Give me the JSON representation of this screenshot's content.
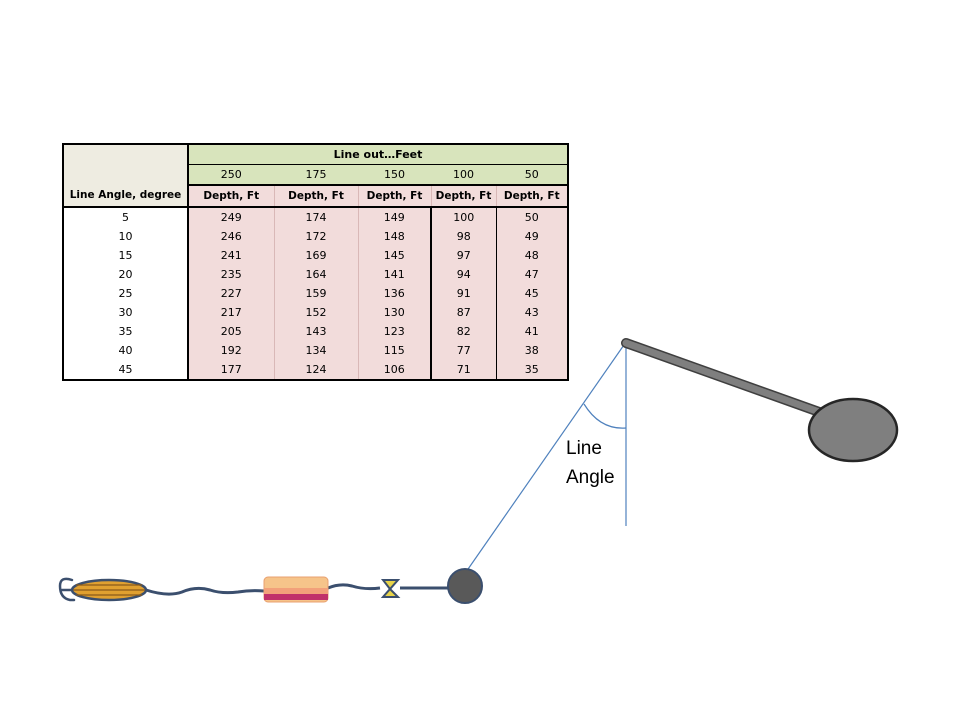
{
  "table": {
    "line_out_header": "Line out…Feet",
    "angle_header": "Line Angle, degree",
    "line_lengths": [
      "250",
      "175",
      "150",
      "100",
      "50"
    ],
    "depth_header": "Depth, Ft",
    "rows": [
      {
        "angle": "5",
        "depths": [
          "249",
          "174",
          "149",
          "100",
          "50"
        ]
      },
      {
        "angle": "10",
        "depths": [
          "246",
          "172",
          "148",
          "98",
          "49"
        ]
      },
      {
        "angle": "15",
        "depths": [
          "241",
          "169",
          "145",
          "97",
          "48"
        ]
      },
      {
        "angle": "20",
        "depths": [
          "235",
          "164",
          "141",
          "94",
          "47"
        ]
      },
      {
        "angle": "25",
        "depths": [
          "227",
          "159",
          "136",
          "91",
          "45"
        ]
      },
      {
        "angle": "30",
        "depths": [
          "217",
          "152",
          "130",
          "87",
          "43"
        ]
      },
      {
        "angle": "35",
        "depths": [
          "205",
          "143",
          "123",
          "82",
          "41"
        ]
      },
      {
        "angle": "40",
        "depths": [
          "192",
          "134",
          "115",
          "77",
          "38"
        ]
      },
      {
        "angle": "45",
        "depths": [
          "177",
          "124",
          "106",
          "71",
          "35"
        ]
      }
    ]
  },
  "diagram": {
    "label_line1": "Line",
    "label_line2": "Angle"
  },
  "colors": {
    "header_green": "#d8e4bc",
    "depth_pink": "#f2dcdb",
    "angle_beige": "#eeece1",
    "rod_gray": "#7f7f7f",
    "line_blue": "#4f81bd",
    "leader_navy": "#3b4f6e",
    "lure_orange": "#e0a030",
    "dodger_pink": "#c0306a",
    "swivel_yellow": "#e8d44a"
  }
}
